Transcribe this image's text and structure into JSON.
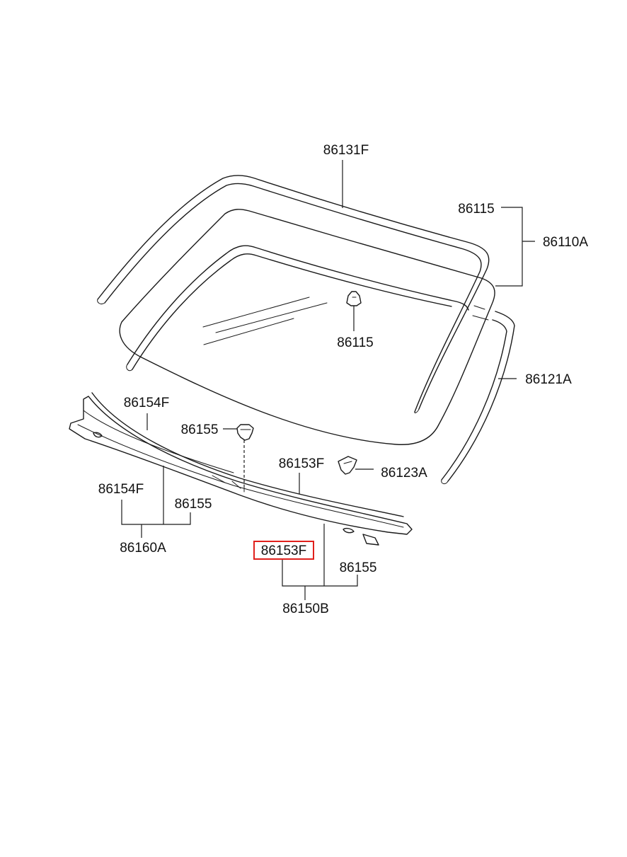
{
  "colors": {
    "line": "#1a1a1a",
    "text": "#111111",
    "highlight": "#e0201c",
    "background": "#ffffff"
  },
  "callouts": {
    "molding_upper": "86131F",
    "dam_upper": "86115",
    "windshield_glass_assy": "86110A",
    "dam_clip": "86115",
    "molding_side": "86121A",
    "cowl_left": "86154F",
    "cowl_clip_top": "86155",
    "cowl_right": "86153F",
    "clip_right": "86123A",
    "cowl_left_group": "86154F",
    "cowl_left_group_clip": "86155",
    "cowl_left_assy": "86160A",
    "cowl_right_selected": "86153F",
    "cowl_right_group_clip": "86155",
    "cowl_right_assy": "86150B"
  },
  "selected_callout": "86153F"
}
